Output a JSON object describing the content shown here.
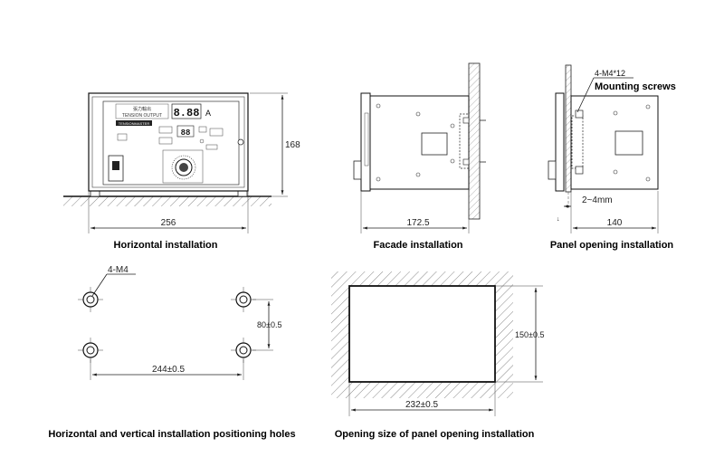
{
  "views": {
    "horizontal": {
      "caption": "Horizontal installation",
      "width_dim": "256",
      "height_dim": "168",
      "panel": {
        "chinese_label": "張力輸出",
        "tension_label": "TENSION OUTPUT",
        "display_main": "8.88",
        "unit": "A",
        "brand": "TENSIONMASTER",
        "display_small": "88"
      }
    },
    "facade": {
      "caption": "Facade installation",
      "depth_dim": "172.5"
    },
    "panel_opening": {
      "caption": "Panel opening installation",
      "screw_spec": "4-M4*12",
      "screw_label": "Mounting screws",
      "gap_dim": "2~4mm",
      "depth_dim": "140"
    },
    "holes": {
      "caption": "Horizontal and vertical installation positioning holes",
      "hole_spec": "4-M4",
      "vertical_dim": "80±0.5",
      "horizontal_dim": "244±0.5"
    },
    "opening": {
      "caption": "Opening size of panel opening installation",
      "height_dim": "150±0.5",
      "width_dim": "232±0.5"
    }
  }
}
